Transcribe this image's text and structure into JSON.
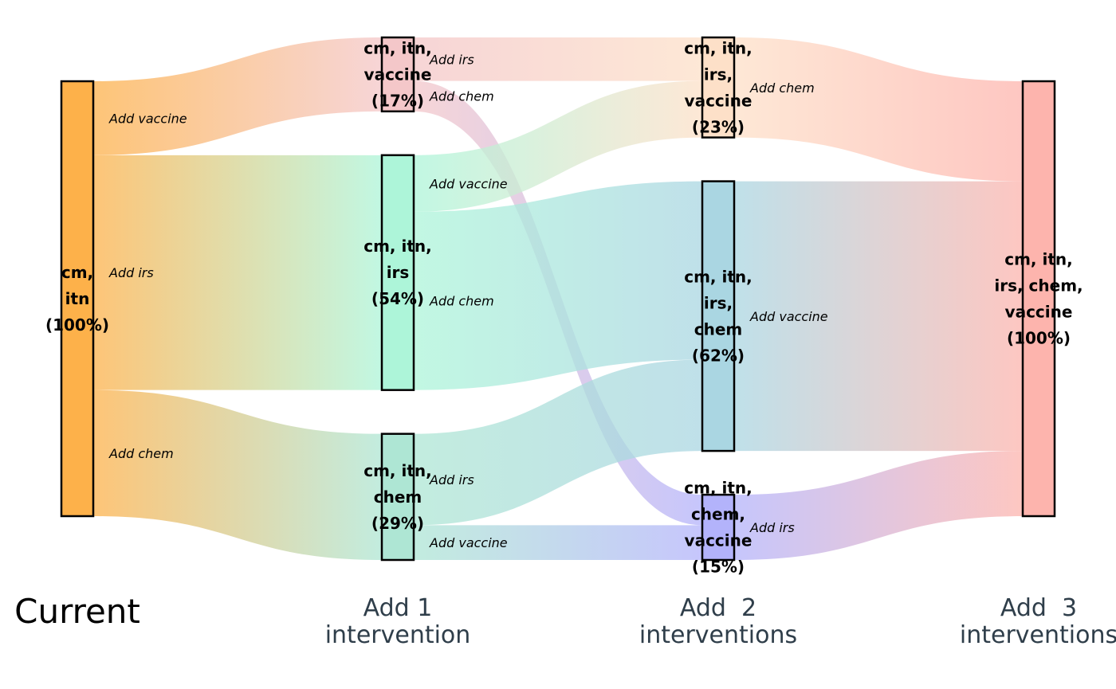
{
  "chart_data": {
    "type": "sankey",
    "title": "",
    "unit": "%",
    "columns": [
      {
        "label_lines": [
          "Current"
        ]
      },
      {
        "label_lines": [
          "Add 1",
          "intervention"
        ]
      },
      {
        "label_lines": [
          "Add  2",
          "interventions"
        ]
      },
      {
        "label_lines": [
          "Add  3",
          "interventions"
        ]
      }
    ],
    "nodes": [
      {
        "id": "n0",
        "column": 0,
        "value": 100,
        "color": "#fdb14a",
        "label_lines": [
          "cm,",
          "itn",
          "(100%)"
        ]
      },
      {
        "id": "n1",
        "column": 1,
        "value": 17,
        "color": "#f4c7c9",
        "label_lines": [
          "cm, itn,",
          "vaccine",
          "(17%)"
        ]
      },
      {
        "id": "n2",
        "column": 1,
        "value": 54,
        "color": "#adf5d9",
        "label_lines": [
          "cm, itn,",
          "irs",
          "(54%)"
        ]
      },
      {
        "id": "n3",
        "column": 1,
        "value": 29,
        "color": "#aee6d4",
        "label_lines": [
          "cm, itn,",
          "chem",
          "(29%)"
        ]
      },
      {
        "id": "n4",
        "column": 2,
        "value": 23,
        "color": "#fde0c8",
        "label_lines": [
          "cm, itn,",
          "irs,",
          "vaccine",
          "(23%)"
        ]
      },
      {
        "id": "n5",
        "column": 2,
        "value": 62,
        "color": "#aad6e2",
        "label_lines": [
          "cm, itn,",
          "irs,",
          "chem",
          "(62%)"
        ]
      },
      {
        "id": "n6",
        "column": 2,
        "value": 15,
        "color": "#b3b3fb",
        "label_lines": [
          "cm, itn,",
          "chem,",
          "vaccine",
          "(15%)"
        ]
      },
      {
        "id": "n7",
        "column": 3,
        "value": 100,
        "color": "#fdb4ad",
        "label_lines": [
          "cm, itn,",
          "irs, chem,",
          "vaccine",
          "(100%)"
        ]
      }
    ],
    "links": [
      {
        "source": "n0",
        "target": "n1",
        "value": 17,
        "label": "Add vaccine"
      },
      {
        "source": "n0",
        "target": "n2",
        "value": 54,
        "label": "Add irs"
      },
      {
        "source": "n0",
        "target": "n3",
        "value": 29,
        "label": "Add chem"
      },
      {
        "source": "n1",
        "target": "n4",
        "value": 10,
        "label": "Add irs"
      },
      {
        "source": "n1",
        "target": "n6",
        "value": 7,
        "label": "Add chem"
      },
      {
        "source": "n2",
        "target": "n4",
        "value": 13,
        "label": "Add vaccine"
      },
      {
        "source": "n2",
        "target": "n5",
        "value": 41,
        "label": "Add chem"
      },
      {
        "source": "n3",
        "target": "n5",
        "value": 21,
        "label": "Add irs"
      },
      {
        "source": "n3",
        "target": "n6",
        "value": 8,
        "label": "Add vaccine"
      },
      {
        "source": "n4",
        "target": "n7",
        "value": 23,
        "label": "Add chem"
      },
      {
        "source": "n5",
        "target": "n7",
        "value": 62,
        "label": "Add vaccine"
      },
      {
        "source": "n6",
        "target": "n7",
        "value": 15,
        "label": "Add irs"
      }
    ]
  }
}
